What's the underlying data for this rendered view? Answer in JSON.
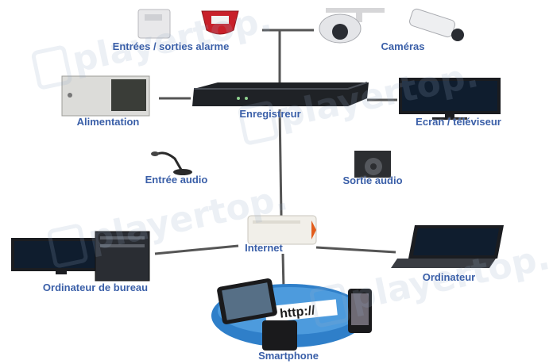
{
  "watermark": "playertop.",
  "colors": {
    "label": "#3a5fa8",
    "line": "#555555",
    "device_dark": "#1f2226",
    "screen": "#0f1d2e",
    "alarm_red": "#c8202a",
    "globe": "#2f7fc9"
  },
  "nodes": {
    "alarm": {
      "label": "Entrées / sorties alarme",
      "icon": "alarm-sensor-icon"
    },
    "cameras": {
      "label": "Caméras",
      "icon": "camera-icon"
    },
    "power": {
      "label": "Alimentation",
      "icon": "power-supply-icon"
    },
    "recorder": {
      "label": "Enregistreur",
      "icon": "recorder-icon"
    },
    "screen": {
      "label": "Ecran / téléviseur",
      "icon": "monitor-icon"
    },
    "audio_in": {
      "label": "Entrée audio",
      "icon": "microphone-icon"
    },
    "audio_out": {
      "label": "Sortie audio",
      "icon": "speaker-icon"
    },
    "internet": {
      "label": "Internet",
      "icon": "router-icon"
    },
    "desktop": {
      "label": "Ordinateur de bureau",
      "icon": "desktop-computer-icon"
    },
    "laptop": {
      "label": "Ordinateur",
      "icon": "laptop-icon"
    },
    "smartphone": {
      "label": "Smartphone",
      "icon": "smartphone-globe-icon"
    }
  },
  "globe_text": "http://"
}
